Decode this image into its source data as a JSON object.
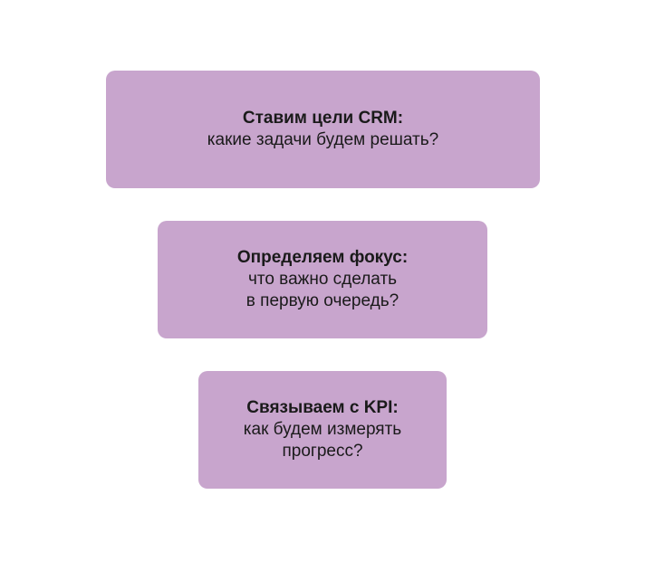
{
  "diagram": {
    "accent_color": "#c8a5cd",
    "steps": [
      {
        "title": "Ставим цели CRM:",
        "lines": [
          "какие задачи будем решать?"
        ]
      },
      {
        "title": "Определяем фокус:",
        "lines": [
          "что важно сделать",
          "в первую очередь?"
        ]
      },
      {
        "title": "Связываем с KPI:",
        "lines": [
          "как будем измерять",
          "прогресс?"
        ]
      }
    ]
  }
}
